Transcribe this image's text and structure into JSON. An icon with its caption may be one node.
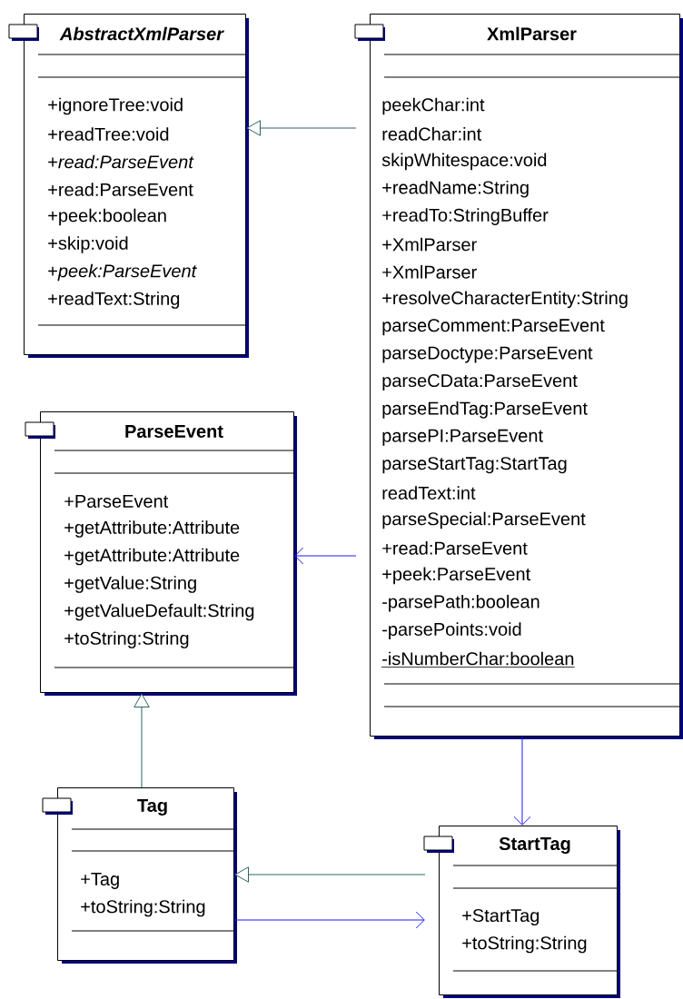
{
  "diagram": {
    "nodes": [
      {
        "text": [
          "AbstractXmlParser",
          "+ignoreTree:void",
          "+readTree:void",
          "+*read:ParseEvent*",
          "+read:ParseEvent",
          "+peek:boolean",
          "+skip:void",
          "+*peek:ParseEvent*",
          "+readText:String"
        ]
      },
      {
        "text": [
          "XmlParser",
          "peekChar:int",
          "readChar:int",
          "skipWhitespace:void",
          "+readName:String",
          "+readTo:StringBuffer",
          "+XmlParser",
          "+XmlParser",
          "+resolveCharacterEntity:String",
          "parseComment:ParseEvent",
          "parseDoctype:ParseEvent",
          "parseCData:ParseEvent",
          "parseEndTag:ParseEvent",
          "parsePI:ParseEvent",
          "parseStartTag:StartTag",
          "readText:int",
          "parseSpecial:ParseEvent",
          "+read:ParseEvent",
          "+peek:ParseEvent",
          "-parsePath:boolean",
          "-parsePoints:void",
          "-isNumberChar:boolean"
        ]
      },
      {
        "text": [
          "ParseEvent",
          "+ParseEvent",
          "+getAttribute:Attribute",
          "+getAttribute:Attribute",
          "+getValue:String",
          "+getValueDefault:String",
          "+toString:String"
        ]
      },
      {
        "text": [
          "Tag",
          "+Tag",
          "+toString:String"
        ]
      },
      {
        "text": [
          "StartTag",
          "+StartTag",
          "+toString:String"
        ]
      }
    ],
    "edges": [
      {
        "from": 1,
        "to": 0,
        "arrow": "to",
        "color": "#2a6464"
      },
      {
        "from": 1,
        "to": 2,
        "arrow": "to",
        "color": "#1a1aff"
      },
      {
        "from": 3,
        "to": 2,
        "arrow": "to",
        "color": "#2a6464"
      },
      {
        "from": 1,
        "to": 4,
        "arrow": "to",
        "color": "#1a1aff"
      },
      {
        "from": 4,
        "to": 3,
        "arrow": "to",
        "color": "#2a6464"
      },
      {
        "from": 3,
        "to": 4,
        "arrow": "to",
        "color": "#1a1aff"
      }
    ]
  }
}
